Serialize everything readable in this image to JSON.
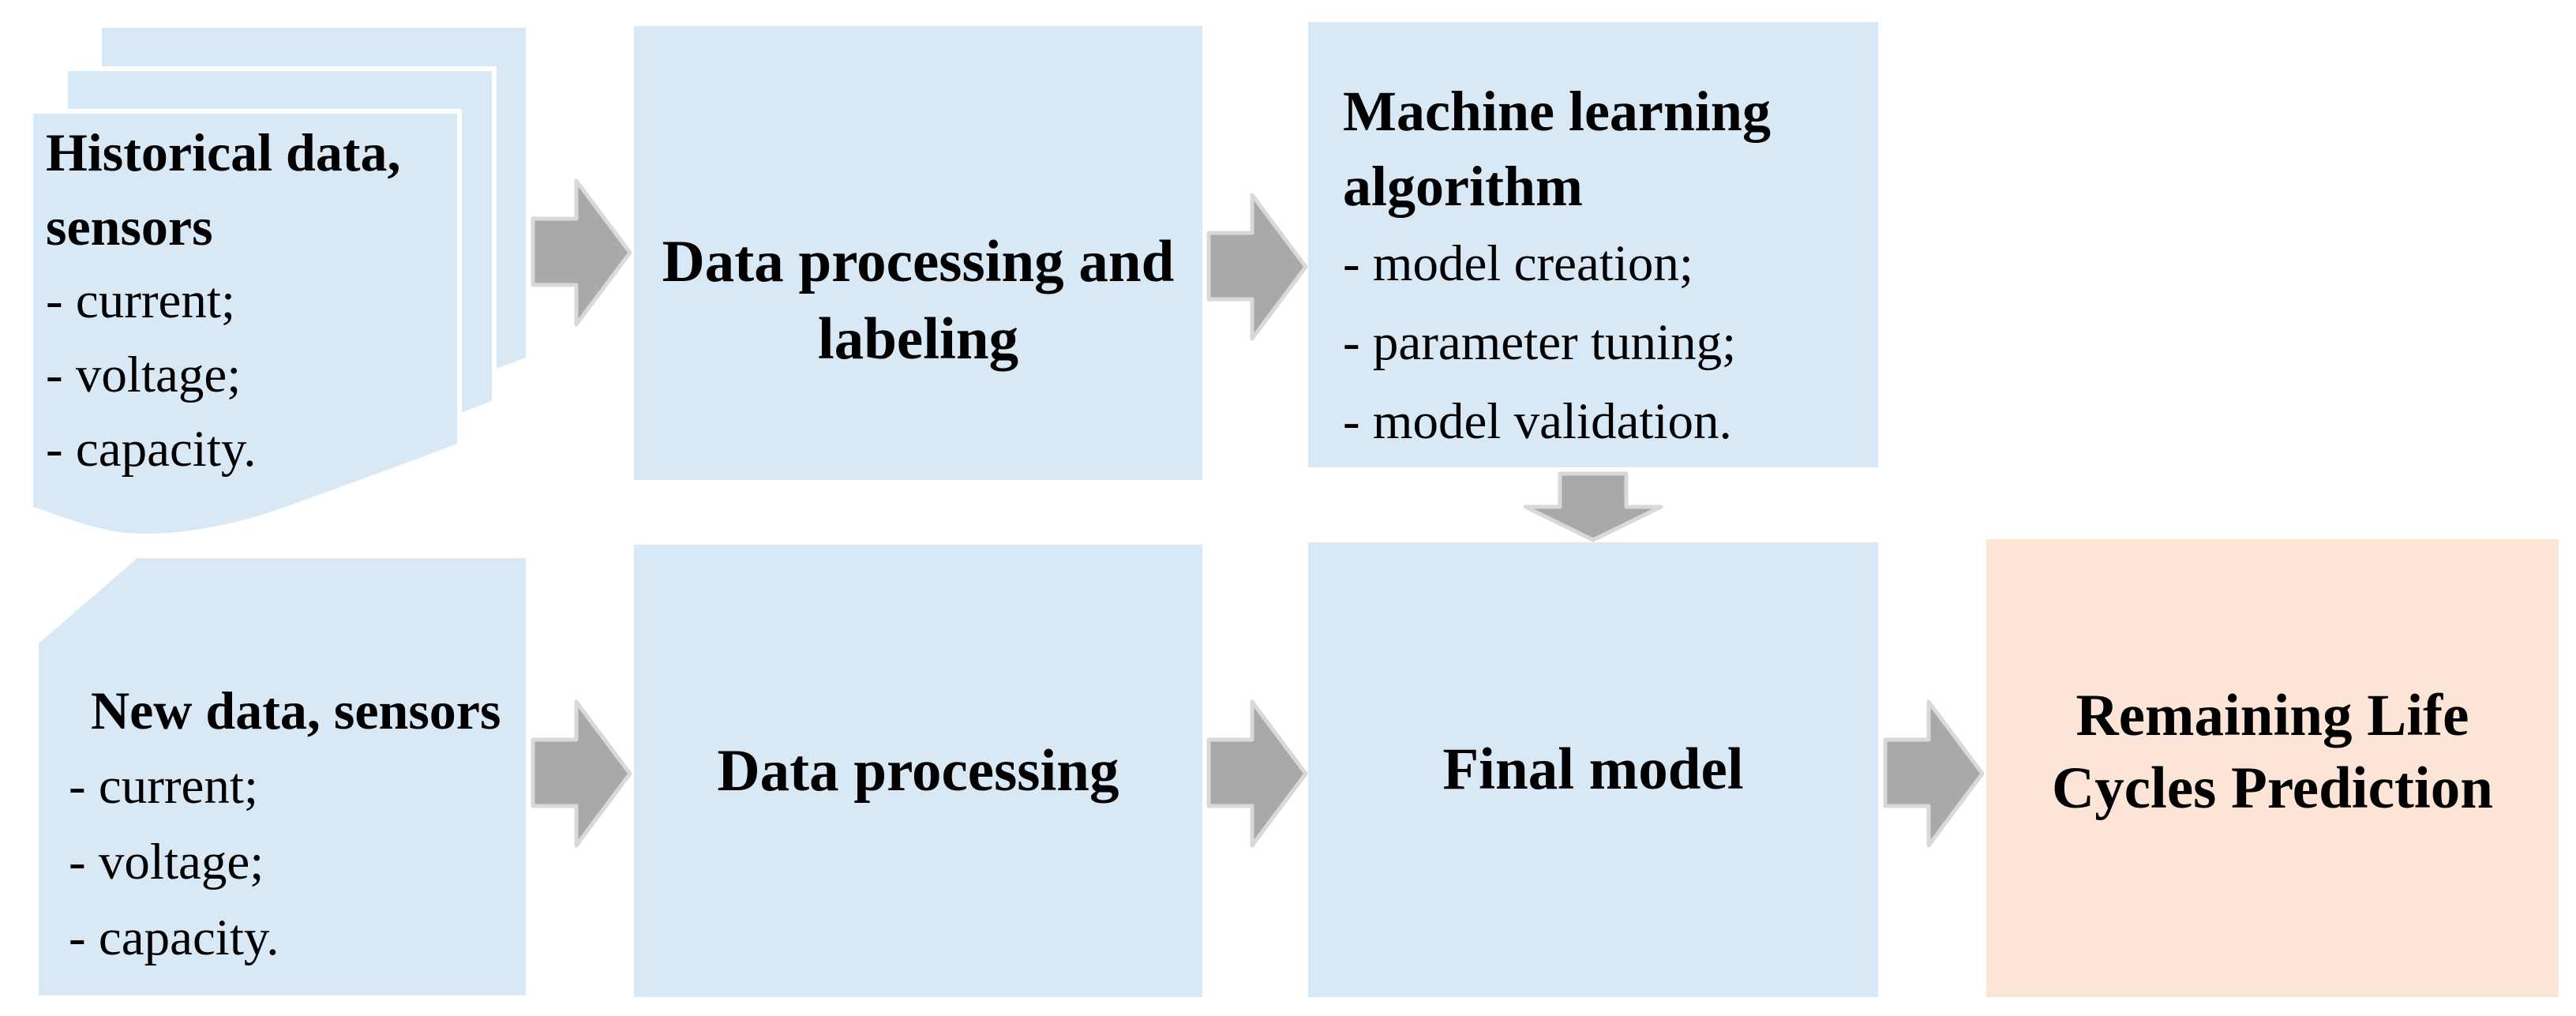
{
  "diagram": {
    "title_semantic": "Machine learning pipeline for remaining life cycles prediction",
    "colors": {
      "background": "#ffffff",
      "box_blue": "#d9e8f5",
      "box_peach": "#fce4d6",
      "arrow_fill": "#a9a9a9",
      "arrow_outline": "#d9d9d9",
      "text": "#000000"
    },
    "nodes": {
      "historical_data": {
        "shape": "stacked-documents",
        "heading_line1": "Historical data,",
        "heading_line2": "sensors",
        "items": [
          "- current;",
          "- voltage;",
          "- capacity."
        ]
      },
      "data_processing_labeling": {
        "shape": "rectangle",
        "line1": "Data processing and",
        "line2": "labeling"
      },
      "ml_algorithm": {
        "shape": "rectangle",
        "heading_line1": "Machine learning",
        "heading_line2": "algorithm",
        "items": [
          "- model creation;",
          "- parameter tuning;",
          "- model validation."
        ]
      },
      "new_data": {
        "shape": "card-snipped-corner",
        "heading": "New data, sensors",
        "items": [
          "- current;",
          "- voltage;",
          "- capacity."
        ]
      },
      "data_processing": {
        "shape": "rectangle",
        "label": "Data processing"
      },
      "final_model": {
        "shape": "rectangle",
        "label": "Final model"
      },
      "prediction": {
        "shape": "rectangle",
        "line1": "Remaining Life",
        "line2": "Cycles Prediction"
      }
    },
    "arrows": [
      {
        "name": "arrow-historical-to-processing",
        "direction": "right"
      },
      {
        "name": "arrow-processing-to-ml",
        "direction": "right"
      },
      {
        "name": "arrow-ml-to-final-model",
        "direction": "down"
      },
      {
        "name": "arrow-newdata-to-processing",
        "direction": "right"
      },
      {
        "name": "arrow-processing-to-final",
        "direction": "right"
      },
      {
        "name": "arrow-final-to-prediction",
        "direction": "right"
      }
    ]
  }
}
